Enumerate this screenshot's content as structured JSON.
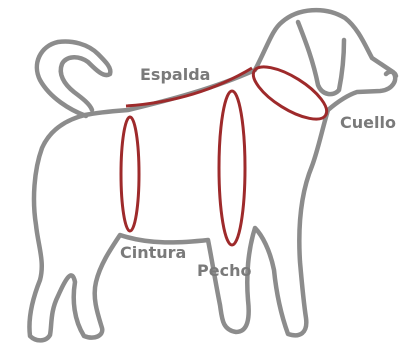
{
  "diagram": {
    "labels": {
      "back": "Espalda",
      "neck": "Cuello",
      "waist": "Cintura",
      "chest": "Pecho"
    },
    "colors": {
      "outline": "#8c8c8c",
      "measure": "#9e2a2b",
      "label": "#7a7a7a"
    }
  }
}
